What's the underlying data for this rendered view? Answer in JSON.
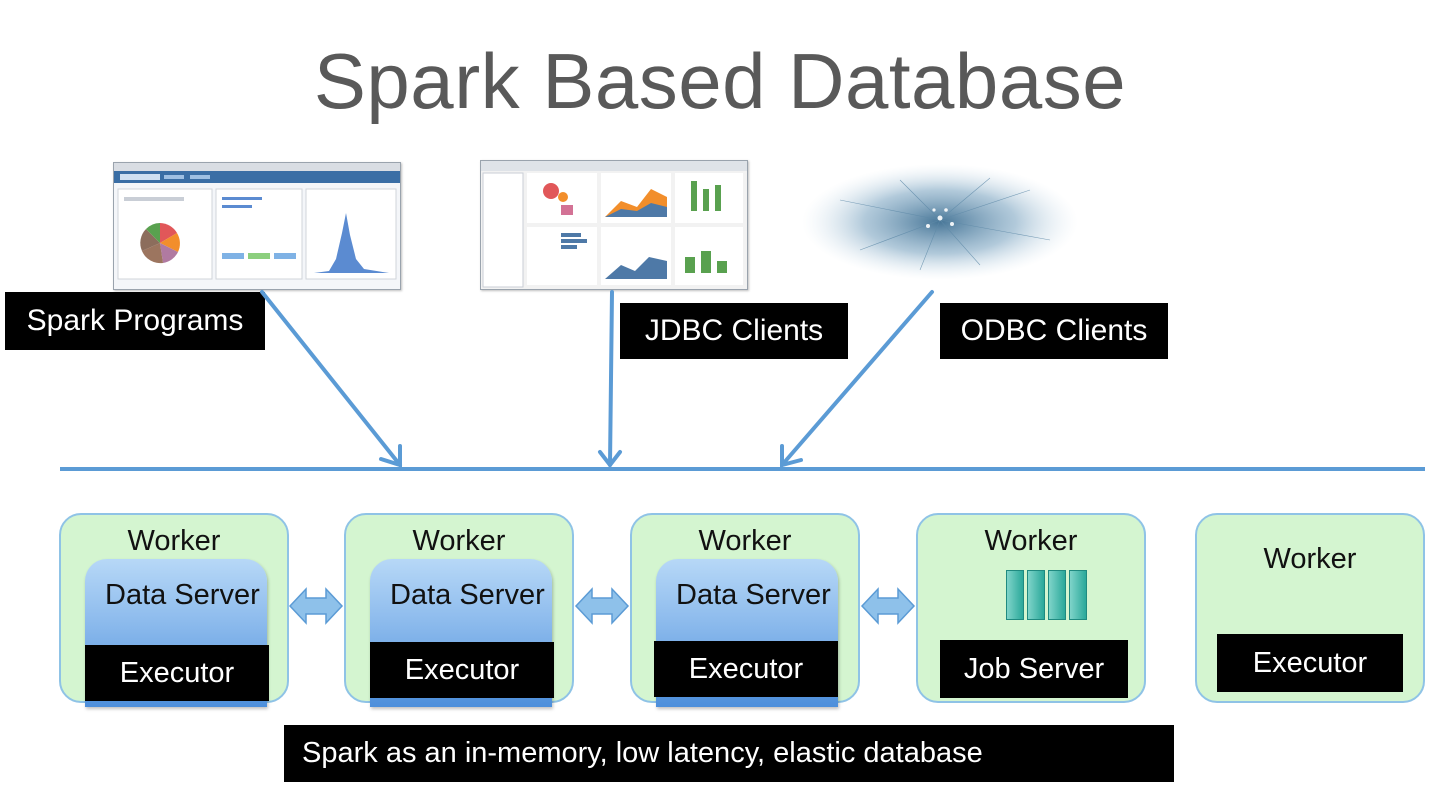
{
  "title": "Spark Based Database",
  "clients": [
    {
      "label": "Spark Programs"
    },
    {
      "label": "JDBC Clients"
    },
    {
      "label": "ODBC Clients"
    }
  ],
  "workers": [
    {
      "title": "Worker",
      "data_server": "Data Server",
      "box": "Executor"
    },
    {
      "title": "Worker",
      "data_server": "Data Server",
      "box": "Executor"
    },
    {
      "title": "Worker",
      "data_server": "Data Server",
      "box": "Executor"
    },
    {
      "title": "Worker",
      "box": "Job Server"
    },
    {
      "title": "Worker",
      "box": "Executor"
    }
  ],
  "caption": "Spark as an in-memory, low latency, elastic database",
  "colors": {
    "arrow": "#5b9bd5",
    "worker_fill": "#d4f5d0",
    "worker_border": "#8fc3e6",
    "label_bg": "#000000"
  }
}
